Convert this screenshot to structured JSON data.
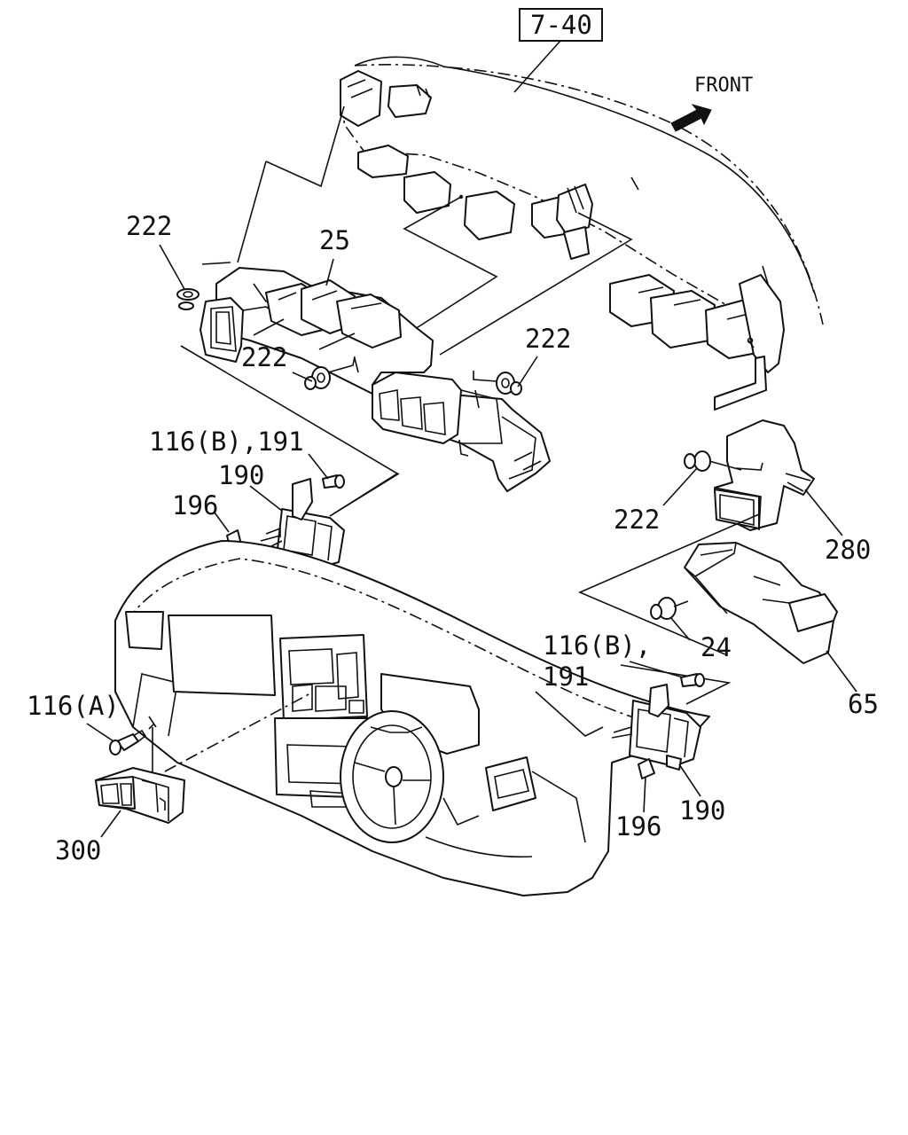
{
  "reference": {
    "code": "7-40"
  },
  "direction": {
    "label": "FRONT"
  },
  "labels": {
    "p222_a": "222",
    "p25": "25",
    "p222_b": "222",
    "p222_c": "222",
    "p116b_191_top": "116(B),191",
    "p190_top": "190",
    "p196_top": "196",
    "p222_d": "222",
    "p280": "280",
    "p24": "24",
    "p65": "65",
    "p116b_right_line1": "116(B),",
    "p116b_right_line2": "191",
    "p116a": "116(A)",
    "p300": "300",
    "p196_bottom": "196",
    "p190_bottom": "190"
  }
}
